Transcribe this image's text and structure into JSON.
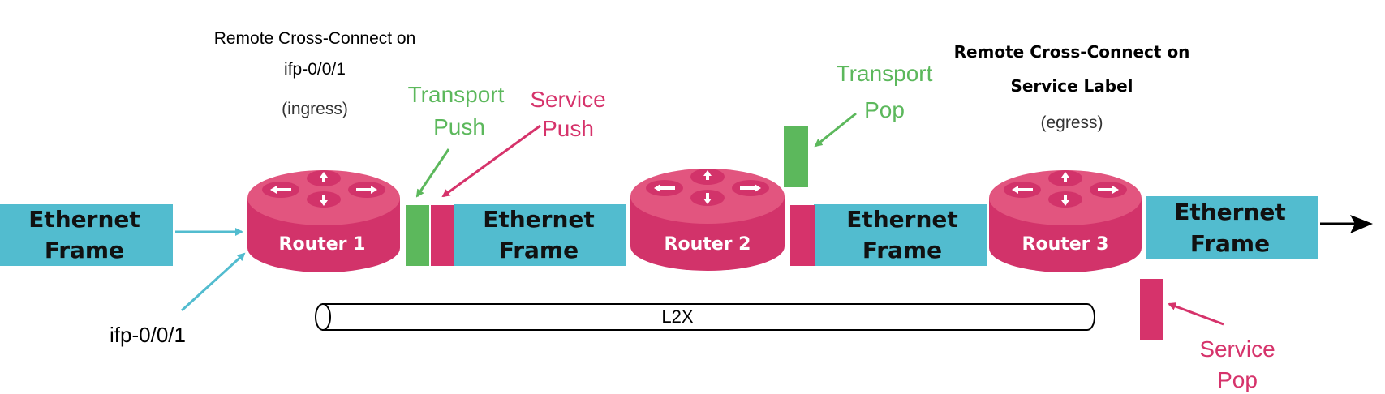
{
  "colors": {
    "frame": "#52bccf",
    "router_top": "#e2557f",
    "router_body": "#d2336a",
    "router_side": "#c3285c",
    "transport": "#5cb85c",
    "service": "#d6336b",
    "arrow_cyan": "#52bccf",
    "arrow_green": "#5cb85c",
    "arrow_pink": "#d6336b",
    "black": "#000000"
  },
  "routers": [
    {
      "label": "Router 1"
    },
    {
      "label": "Router 2"
    },
    {
      "label": "Router 3"
    }
  ],
  "frames": [
    {
      "line1": "Ethernet",
      "line2": "Frame"
    },
    {
      "line1": "Ethernet",
      "line2": "Frame"
    },
    {
      "line1": "Ethernet",
      "line2": "Frame"
    },
    {
      "line1": "Ethernet",
      "line2": "Frame"
    }
  ],
  "annotations": {
    "rcc_ingress": {
      "line1": "Remote Cross-Connect on",
      "line2": "ifp-0/0/1",
      "line3": "(ingress)"
    },
    "rcc_egress": {
      "line1": "Remote Cross-Connect on",
      "line2": "Service Label",
      "line3": "(egress)"
    },
    "transport_push": {
      "line1": "Transport",
      "line2": "Push"
    },
    "service_push": {
      "line1": "Service",
      "line2": "Push"
    },
    "transport_pop": {
      "line1": "Transport",
      "line2": "Pop"
    },
    "service_pop": {
      "line1": "Service",
      "line2": "Pop"
    },
    "interface": "ifp-0/0/1",
    "tunnel": "L2X"
  },
  "icons": [
    "router-icon",
    "arrow-icon",
    "tunnel-icon",
    "label-block"
  ]
}
